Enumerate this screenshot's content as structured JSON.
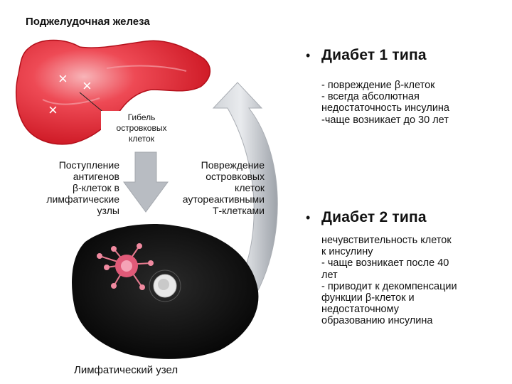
{
  "diagram": {
    "title": "Поджелудочная железа",
    "islet_death": "Гибель\nостровковых\nклеток",
    "antigen_transfer": "Поступление\nантигенов\nβ-клеток в\nлимфатические\nузлы",
    "islet_damage": "Повреждение\nостровковых\nклеток\nаутореактивными\nТ-клетками",
    "lymph_node": "Лимфатический узел",
    "damage_mark": "×"
  },
  "types": {
    "bullet": "•",
    "type1": {
      "heading": "Диабет 1 типа",
      "details": "- повреждение β-клеток\n- всегда абсолютная\nнедостаточность инсулина\n-чаще возникает до 30 лет"
    },
    "type2": {
      "heading": "Диабет 2 типа",
      "details": "нечувствительность клеток\nк инсулину\n- чаще возникает после 40\nлет\n- приводит к декомпенсации\nфункции β-клеток и\nнедостаточному\nобразованию инсулина"
    }
  },
  "colors": {
    "pancreas": "#e8202e",
    "pancreas_light": "#f7a0a6",
    "arrow_gray": "#b8bcc2",
    "lymph_node": "#111111"
  }
}
